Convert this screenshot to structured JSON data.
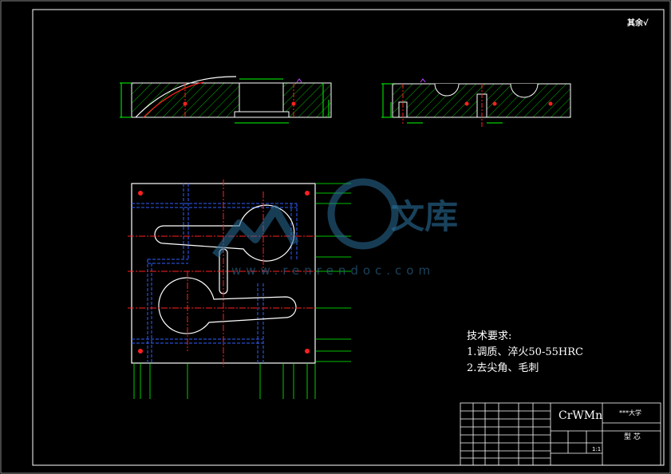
{
  "roughness_note": "其余",
  "roughness_symbol": "√",
  "tech_requirements": {
    "title": "技术要求:",
    "items": [
      "1.调质、淬火50-55HRC",
      "2.去尖角、毛刺"
    ]
  },
  "title_block": {
    "material": "CrWMn",
    "school": "***大学",
    "part_name": "型 芯",
    "scale": "1:1"
  },
  "watermark": {
    "brand": "文库",
    "url": "www.renrendoc.com"
  },
  "colors": {
    "background": "#000000",
    "outline": "#ffffff",
    "hatch": "#00b000",
    "dimension": "#00ff00",
    "centerline": "#ff2020",
    "hidden": "#3060ff",
    "watermark": "#2a6f9a"
  }
}
